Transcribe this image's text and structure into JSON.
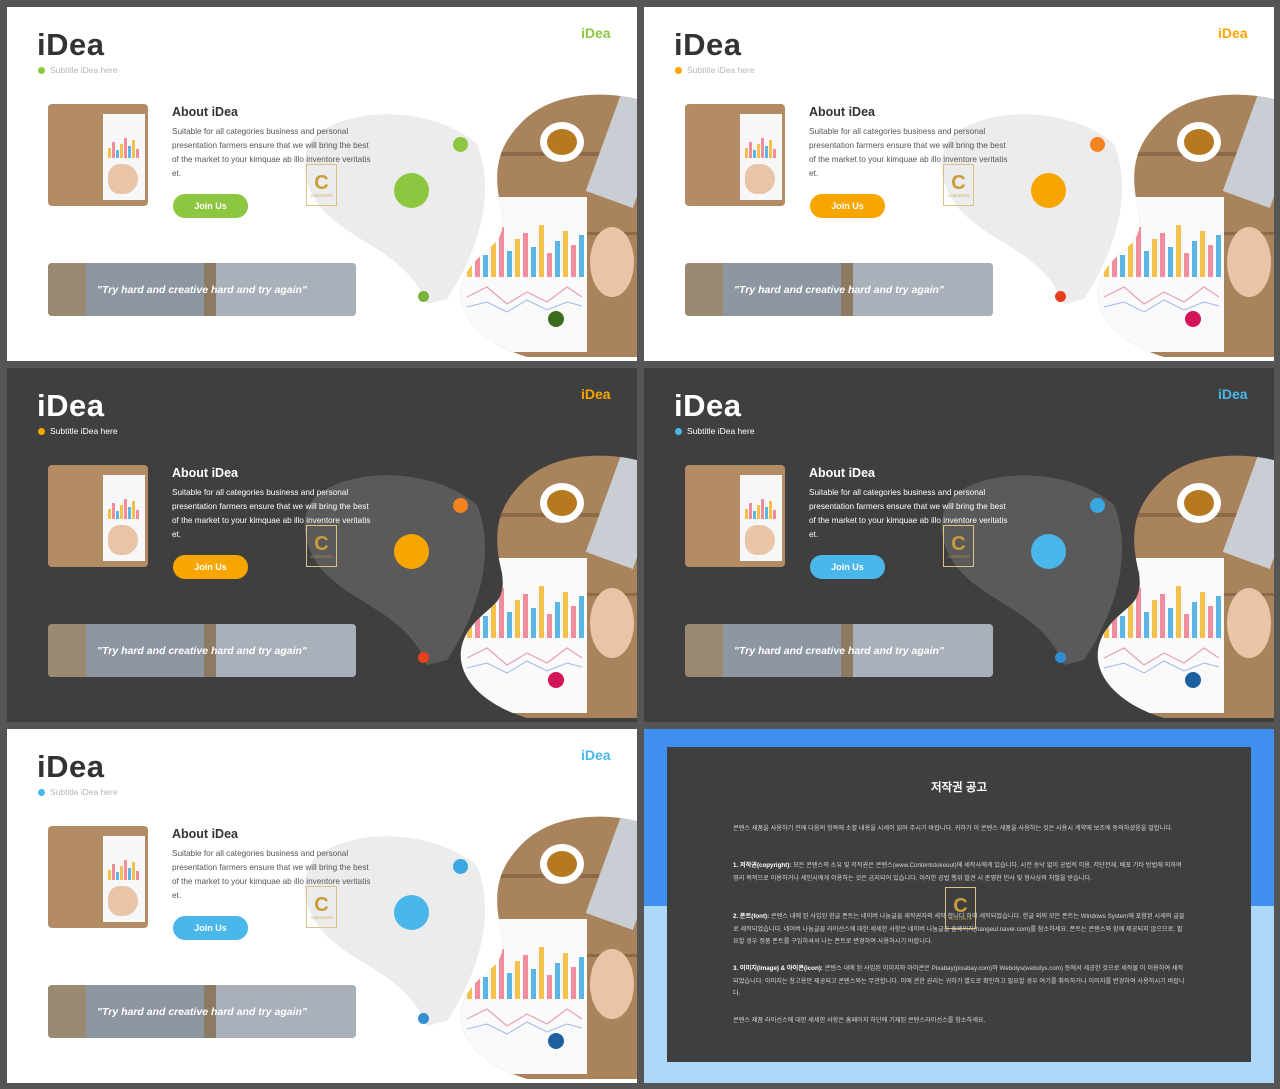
{
  "slide": {
    "title": "iDea",
    "subtitle": "Subtitle iDea here",
    "logo_text": "iDea",
    "heading": "About iDea",
    "description": "Suitable for all categories business and personal presentation farmers ensure that we will bring the best of the market to your kimquae ab illo inventore veritatis et.",
    "button_label": "Join Us",
    "quote": "\"Try hard and creative hard and try again\"",
    "badge_letter": "C",
    "badge_text": "CONTENTS"
  },
  "variants": [
    {
      "theme": "light",
      "accent": "#8dc63f",
      "small": "#8dc63f",
      "large": "#8dc63f",
      "bottom": "#7bb13c",
      "deep": "#3c6d1e"
    },
    {
      "theme": "light",
      "accent": "#f7a600",
      "small": "#f58220",
      "large": "#f7a600",
      "bottom": "#e8401c",
      "deep": "#d4145a"
    },
    {
      "theme": "dark",
      "accent": "#f7a600",
      "small": "#f58220",
      "large": "#f7a600",
      "bottom": "#e8401c",
      "deep": "#d4145a"
    },
    {
      "theme": "dark",
      "accent": "#4ab7ea",
      "small": "#3aa7e0",
      "large": "#4ab7ea",
      "bottom": "#2f8fd0",
      "deep": "#1e5fa0"
    },
    {
      "theme": "light",
      "accent": "#4ab7ea",
      "small": "#3aa7e0",
      "large": "#4ab7ea",
      "bottom": "#2f8fd0",
      "deep": "#1e5fa0"
    }
  ],
  "notice": {
    "title": "저작권 공고",
    "intro": "콘텐스 세품을 사용하기 전에 다음의 항목에 소할 내용을 시세이 읽어 주시기 바랍니다. 귀하가 이 콘텐스 세품을 사용하는 것은 사용시 계약에 보조에 동의하셨음을 말합니다.",
    "p1_label": "1. 저작권(copyright):",
    "p1_text": "모든 콘텐스의 소유 및 저작권은 콘텐스(www.Contentstokeout)에 세작사에게 있습니다. 시전 승낙 없이 공법적 이용, 저단전재, 배포 기타 방법에 의하여 영리 목적으로 이용하거나 세인시에게 이용하는 것은 금지되어 있습니다. 이러한 공법 행위 발견 시 준영한 민사 및 형사상의 처벌을 받습니다.",
    "p2_label": "2. 폰트(font):",
    "p2_text": "콘텐스 내에 된 사입된 한글 폰트는 네이버 나눔글꼴 세작권자의 세작 합니다 하여 세작되었습니다. 한글 외의 모든 폰트는 Windows System에 포함된 시세의 글꼴로 세작되었습니다. 네이버 나눔글꼴 라이선스에 대한 세세한 사항은 네이버 나눔글꼴 홈페이지(hangeul.naver.com)를 참소하세요. 폰트는 콘텐스와 함께 제공되지 않으므로, 필요할 경우 정품 폰트를 구입하셔서 나는 폰트로 변경하여 사용하시기 바랍니다.",
    "p3_label": "3. 이미지(image) & 아이콘(icon):",
    "p3_text": "콘텐스 내에 된 사입된 이미지와 아이콘은 Pixabay(pixabay.com)와 Webolys(webolys.com) 등에서 세공한 것으로 세작물 이 이용하여 세작되었습니다. 이미지는 참고용만 제공되고 콘텐스와는 무관합니다. 이에 관한 권리는 귀하가 별도로 확인하고 필요할 경우 여기를 취득하거나 이미지를 변경하여 사용하시기 바랍니다.",
    "outro": "콘텐스 제품 라이선스에 대한 세세한 사항은 홈페이지 하단에 기재된 콘텐스라이선스를 참소하세요."
  }
}
